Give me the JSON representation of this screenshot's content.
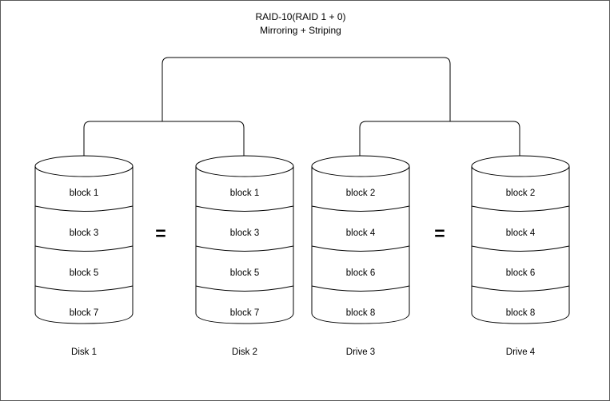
{
  "diagram": {
    "title_line1": "RAID-10(RAID 1 + 0)",
    "title_line2": "Mirroring + Striping",
    "equals_symbol": "=",
    "border_color": "#5a5a5a",
    "stroke_color": "#000000",
    "background_color": "#ffffff",
    "mirror_relations": [
      {
        "id": "mirror-a",
        "left": "Disk 1",
        "right": "Disk 2",
        "symbol": "="
      },
      {
        "id": "mirror-b",
        "left": "Drive 3",
        "right": "Drive 4",
        "symbol": "="
      }
    ],
    "disks": [
      {
        "id": "disk-1",
        "label": "Disk 1",
        "blocks": [
          "block 1",
          "block 3",
          "block 5",
          "block 7"
        ]
      },
      {
        "id": "disk-2",
        "label": "Disk 2",
        "blocks": [
          "block 1",
          "block 3",
          "block 5",
          "block 7"
        ]
      },
      {
        "id": "drive-3",
        "label": "Drive 3",
        "blocks": [
          "block 2",
          "block 4",
          "block 6",
          "block 8"
        ]
      },
      {
        "id": "drive-4",
        "label": "Drive 4",
        "blocks": [
          "block 2",
          "block 4",
          "block 6",
          "block 8"
        ]
      }
    ]
  }
}
